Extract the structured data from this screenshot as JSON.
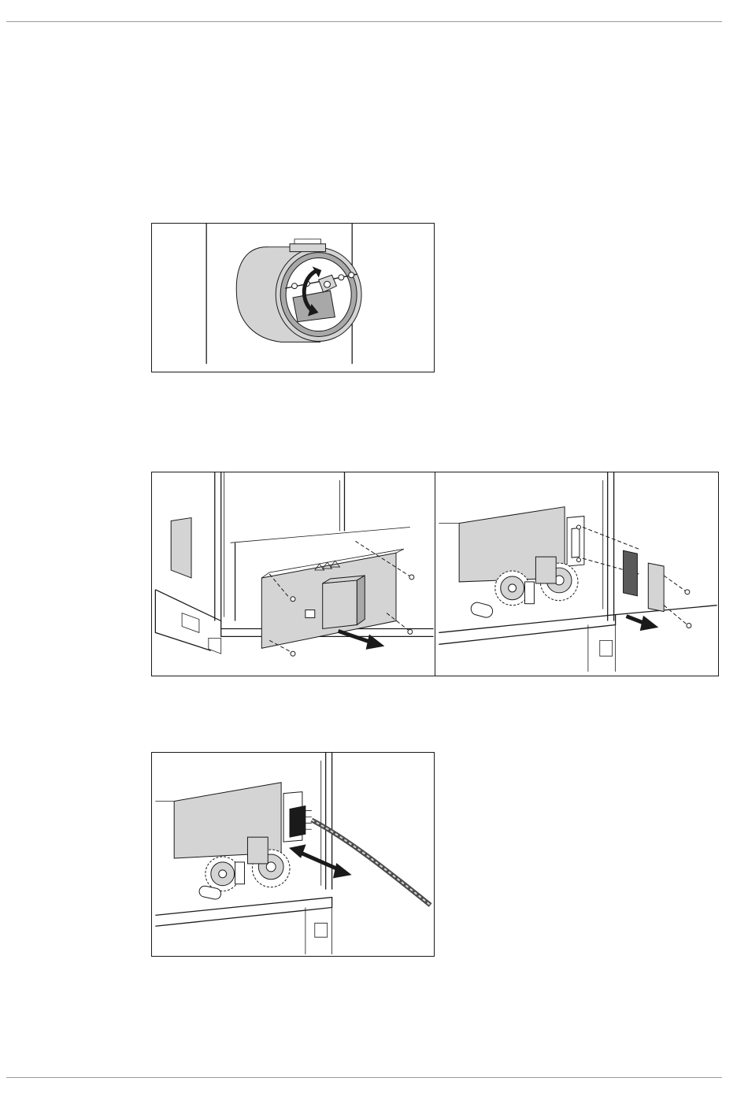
{
  "page": {
    "figures": [
      {
        "id": "fig-damper",
        "subject": "damper-rotation"
      },
      {
        "id": "fig-cover-removal",
        "subject": "cover-plate-removal"
      },
      {
        "id": "fig-flange-removal",
        "subject": "flange-plate-removal"
      },
      {
        "id": "fig-cable-connection",
        "subject": "cable-connection"
      }
    ],
    "text": {}
  },
  "colors": {
    "line": "#1a1a1a",
    "rule": "#9a9a9a",
    "fill_light": "#d4d4d4",
    "fill_mid": "#a8a8a8",
    "fill_dark": "#5a5a5a"
  },
  "icons": [
    "rotate-arrow-icon",
    "pull-out-arrow-icon",
    "double-arrow-icon",
    "screw-icon"
  ]
}
